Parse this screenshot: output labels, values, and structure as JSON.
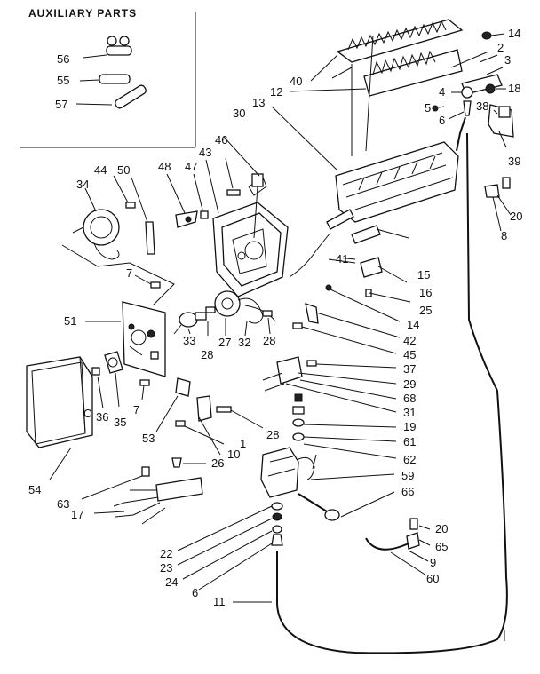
{
  "title": "AUXILIARY PARTS",
  "labels": {
    "l56": "56",
    "l55": "55",
    "l57": "57",
    "l40": "40",
    "l12": "12",
    "l13": "13",
    "l14a": "14",
    "l2": "2",
    "l3": "3",
    "l18": "18",
    "l4": "4",
    "l5": "5",
    "l38": "38",
    "l6a": "6",
    "l39": "39",
    "l30": "30",
    "l46": "46",
    "l43": "43",
    "l47": "47",
    "l48": "48",
    "l50": "50",
    "l44": "44",
    "l34": "34",
    "l20a": "20",
    "l8": "8",
    "l41": "41",
    "l15": "15",
    "l16": "16",
    "l25": "25",
    "l14b": "14",
    "l7a": "7",
    "l51": "51",
    "l42": "42",
    "l45": "45",
    "l33": "33",
    "l28a": "28",
    "l27": "27",
    "l32": "32",
    "l28b": "28",
    "l37": "37",
    "l29": "29",
    "l68": "68",
    "l31": "31",
    "l19": "19",
    "l61": "61",
    "l62": "62",
    "l36": "36",
    "l35": "35",
    "l7b": "7",
    "l53": "53",
    "l28c": "28",
    "l1": "1",
    "l10": "10",
    "l54": "54",
    "l26": "26",
    "l63": "63",
    "l17": "17",
    "l59": "59",
    "l66": "66",
    "l22": "22",
    "l23": "23",
    "l24": "24",
    "l6b": "6",
    "l20b": "20",
    "l65": "65",
    "l9": "9",
    "l60": "60",
    "l11": "11"
  }
}
